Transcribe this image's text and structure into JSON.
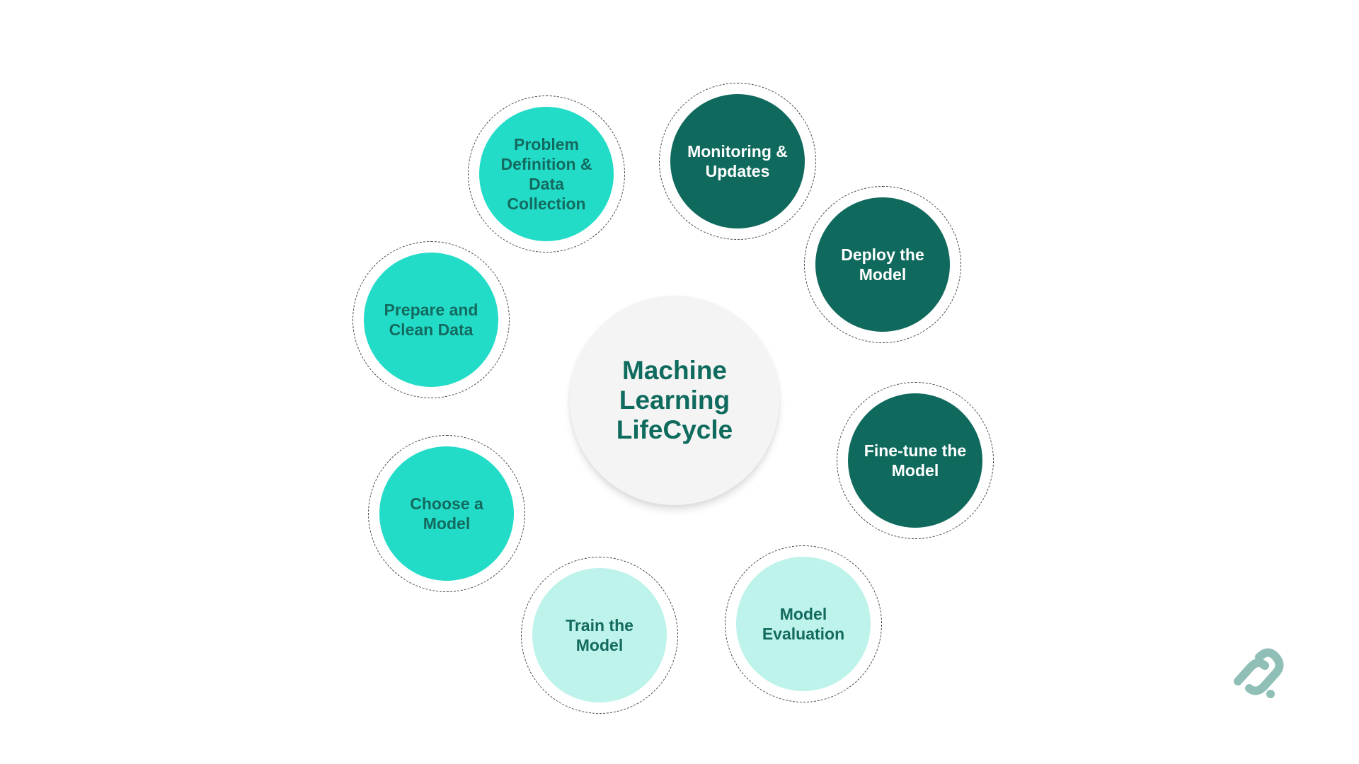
{
  "center": {
    "title": "Machine Learning LifeCycle"
  },
  "stages": [
    {
      "label": "Problem Definition & Data Collection",
      "tone": "teal"
    },
    {
      "label": "Monitoring & Updates",
      "tone": "dark"
    },
    {
      "label": "Deploy the Model",
      "tone": "dark"
    },
    {
      "label": "Prepare and Clean Data",
      "tone": "teal"
    },
    {
      "label": "Fine-tune the Model",
      "tone": "dark"
    },
    {
      "label": "Choose a Model",
      "tone": "teal"
    },
    {
      "label": "Train the Model",
      "tone": "light"
    },
    {
      "label": "Model Evaluation",
      "tone": "light"
    }
  ],
  "colors": {
    "teal": "#23dcc8",
    "dark": "#0f6a5d",
    "light": "#bdf3ea",
    "title": "#0f6b5e",
    "logo": "#8fbfb6"
  },
  "logo": {
    "icon": "brand-link-logo-icon"
  }
}
